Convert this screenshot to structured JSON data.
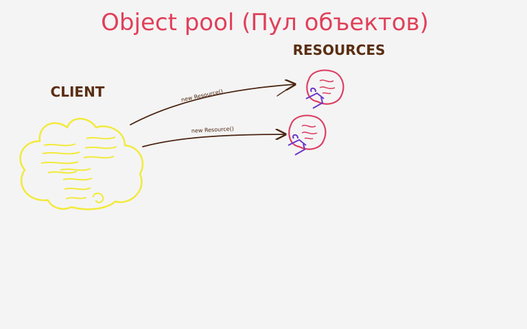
{
  "title": "Object pool (Пул объектов)",
  "labels": {
    "resources": "RESOURCES",
    "client": "CLIENT"
  },
  "arrows": [
    {
      "label": "new Resource()"
    },
    {
      "label": "new Resource()"
    }
  ],
  "colors": {
    "background": "#f4f4f4",
    "title": "#e0405a",
    "label": "#5a2e12",
    "arrow": "#4a2410",
    "client_cloud": "#f2ea3a",
    "resource": "#dc3f62",
    "resource_accent": "#6a35c9"
  }
}
